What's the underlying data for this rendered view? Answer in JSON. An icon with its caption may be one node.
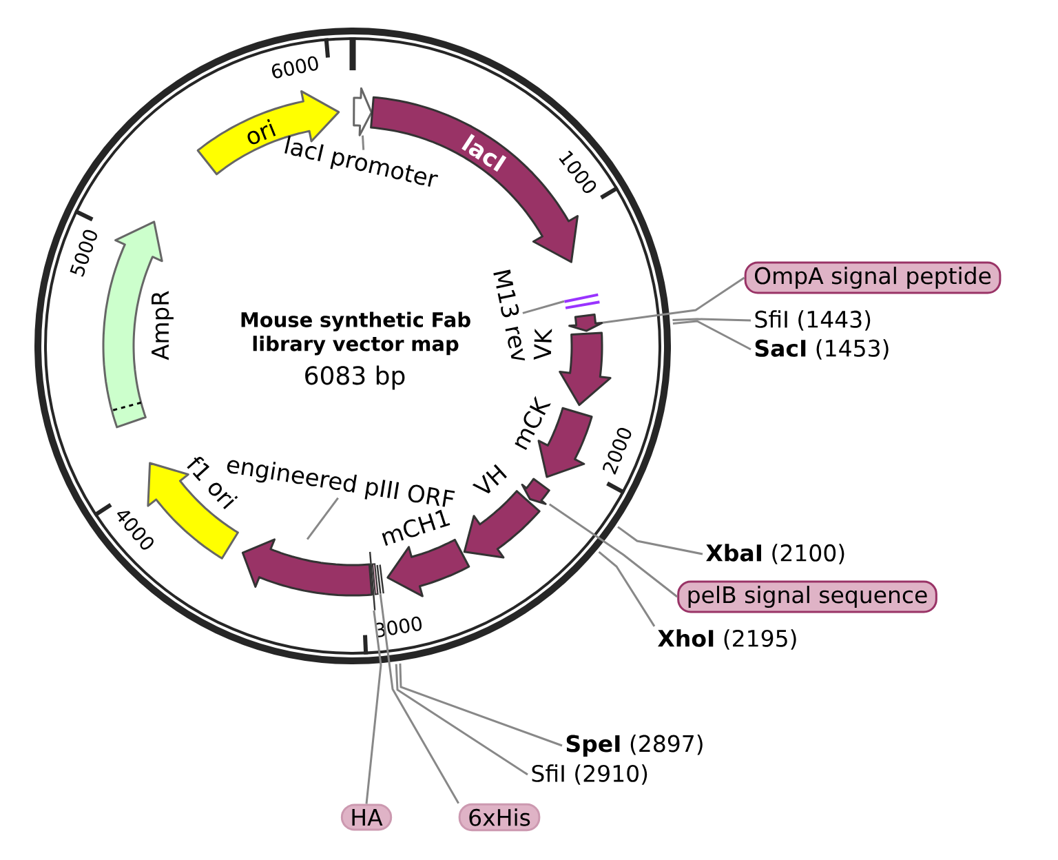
{
  "diagram": {
    "title": "Mouse synthetic Fab library vector map",
    "nodes": [
      {
        "text": [
          "ori"
        ]
      },
      {
        "text": [],
        "shape": "arrow"
      },
      {
        "text": [
          "lacI promoter"
        ]
      },
      {
        "text": [
          "lacI"
        ]
      },
      {
        "text": [],
        "shape": "bar"
      },
      {
        "text": [
          "M13 rev"
        ]
      },
      {
        "text": [],
        "shape": "arrow"
      },
      {
        "text": [
          "VK"
        ]
      },
      {
        "text": [
          "mCK"
        ]
      },
      {
        "text": [],
        "shape": "arrow"
      },
      {
        "text": [
          "VH"
        ]
      },
      {
        "text": [
          "mCH1"
        ]
      },
      {
        "text": [],
        "shape": "bar"
      },
      {
        "text": [],
        "shape": "bar"
      },
      {
        "text": [],
        "shape": "arrow"
      },
      {
        "text": [
          "engineered pIII ORF"
        ]
      },
      {
        "text": [
          "f1 ori"
        ]
      },
      {
        "text": [
          "AmpR"
        ]
      },
      {
        "text": [
          "OmpA signal peptide"
        ]
      },
      {
        "text": [
          "SfiI (1443)"
        ]
      },
      {
        "text": [
          "**SacI** (1453)"
        ]
      },
      {
        "text": [
          "**XbaI** (2100)"
        ]
      },
      {
        "text": [
          "pelB signal sequence"
        ]
      },
      {
        "text": [
          "**XhoI** (2195)"
        ]
      },
      {
        "text": [
          "**SpeI** (2897)"
        ]
      },
      {
        "text": [
          "SfiI (2910)"
        ]
      },
      {
        "text": [
          "HA"
        ]
      },
      {
        "text": [
          "6xHis"
        ]
      }
    ],
    "edges": [
      {
        "from": 2,
        "to": 1,
        "arrow": "none"
      },
      {
        "from": 5,
        "to": 4,
        "arrow": "none"
      },
      {
        "from": 15,
        "to": 14,
        "arrow": "none"
      },
      {
        "from": 18,
        "to": 6,
        "arrow": "none"
      },
      {
        "from": 19,
        "to": null,
        "arrow": "none"
      },
      {
        "from": 20,
        "to": null,
        "arrow": "none"
      },
      {
        "from": 21,
        "to": null,
        "arrow": "none"
      },
      {
        "from": 22,
        "to": 9,
        "arrow": "none"
      },
      {
        "from": 23,
        "to": null,
        "arrow": "none"
      },
      {
        "from": 24,
        "to": null,
        "arrow": "none"
      },
      {
        "from": 25,
        "to": null,
        "arrow": "none"
      },
      {
        "from": 26,
        "to": 12,
        "arrow": "none"
      },
      {
        "from": 27,
        "to": 13,
        "arrow": "none"
      }
    ],
    "labels": [
      "6083 bp",
      "1000",
      "2000",
      "3000",
      "4000",
      "5000",
      "6000"
    ]
  }
}
